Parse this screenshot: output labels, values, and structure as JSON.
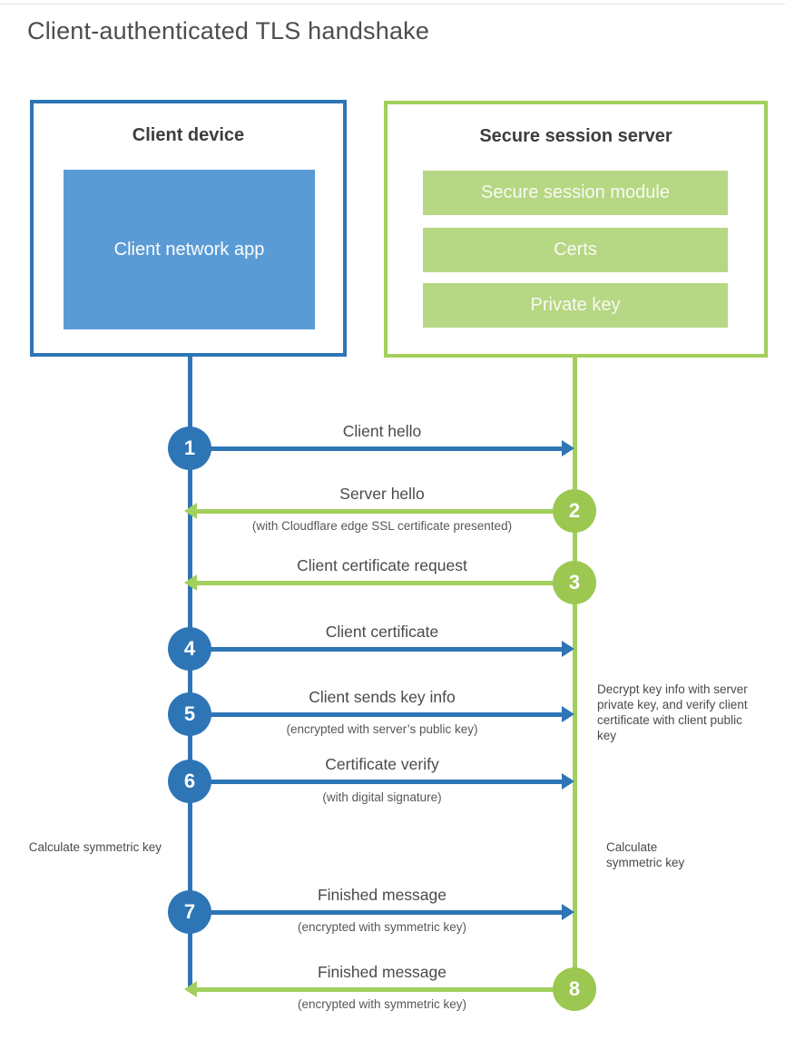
{
  "title": "Client-authenticated TLS handshake",
  "client_box": {
    "title": "Client device",
    "app_label": "Client network app"
  },
  "server_box": {
    "title": "Secure session server",
    "modules": [
      "Secure session module",
      "Certs",
      "Private key"
    ]
  },
  "steps": [
    {
      "n": "1",
      "actor": "client",
      "direction": "right",
      "label": "Client hello",
      "sub": ""
    },
    {
      "n": "2",
      "actor": "server",
      "direction": "left",
      "label": "Server hello",
      "sub": "(with Cloudflare edge SSL certificate presented)"
    },
    {
      "n": "3",
      "actor": "server",
      "direction": "left",
      "label": "Client certificate request",
      "sub": ""
    },
    {
      "n": "4",
      "actor": "client",
      "direction": "right",
      "label": "Client certificate",
      "sub": ""
    },
    {
      "n": "5",
      "actor": "client",
      "direction": "right",
      "label": "Client sends key info",
      "sub": "(encrypted with server’s public key)"
    },
    {
      "n": "6",
      "actor": "client",
      "direction": "right",
      "label": "Certificate verify",
      "sub": "(with digital signature)"
    },
    {
      "n": "7",
      "actor": "client",
      "direction": "right",
      "label": "Finished message",
      "sub": "(encrypted with symmetric key)"
    },
    {
      "n": "8",
      "actor": "server",
      "direction": "left",
      "label": "Finished message",
      "sub": "(encrypted with symmetric key)"
    }
  ],
  "notes": {
    "decrypt_note": "Decrypt key info with server private key, and verify client certificate with client public key",
    "client_calculate": "Calculate symmetric key",
    "server_calculate": "Calculate symmetric key"
  },
  "colors": {
    "client_blue": "#2E75B6",
    "client_blue_light": "#5B9BD5",
    "server_green": "#9CC750",
    "server_green_border": "#A3CF5C",
    "server_green_light": "#B6D783"
  }
}
